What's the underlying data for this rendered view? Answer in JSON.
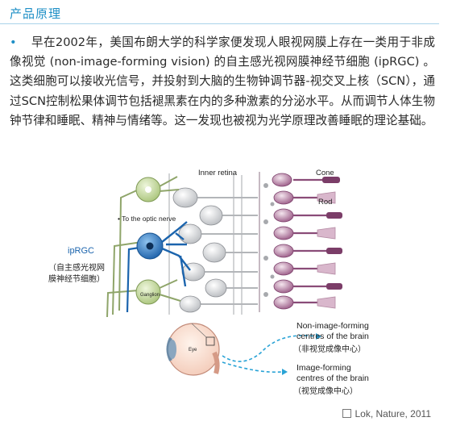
{
  "header": {
    "title": "产品原理"
  },
  "paragraph": {
    "bullet": "•",
    "text": "早在2002年，美国布朗大学的科学家便发现人眼视网膜上存在一类用于非成像视觉 (non-image-forming vision) 的自主感光视网膜神经节细胞 (ipRGC) 。这类细胞可以接收光信号，并投射到大脑的生物钟调节器-视交叉上核（SCN），通过SCN控制松果体调节包括褪黑素在内的多种激素的分泌水平。从而调节人体生物钟节律和睡眠、精神与情绪等。这一发现也被视为光学原理改善睡眠的理论基础。"
  },
  "figure": {
    "label_inner_retina": "Inner retina",
    "label_cone": "Cone",
    "label_rod": "Rod",
    "label_optic_nerve": "• To the optic nerve",
    "label_iprgc": "ipRGC",
    "label_iprgc_cn_1": "（自主感光视网",
    "label_iprgc_cn_2": "膜神经节细胞）",
    "label_ganglion": "Ganglion",
    "label_eye": "Eye",
    "nif_line1": "Non-image-forming",
    "nif_line2": "centres of the brain",
    "nif_cn": "（非视觉成像中心）",
    "if_line1": "Image-forming",
    "if_line2": "centres of the brain",
    "if_cn": "（视觉成像中心）"
  },
  "citation": {
    "text": "Lok, Nature, 2011"
  },
  "colors": {
    "accent": "#1e8fc6",
    "iprgc": "#1b64ad",
    "ganglion": "#c9dba4",
    "rod": "#9a5a86",
    "cone": "#d9b7cc"
  }
}
